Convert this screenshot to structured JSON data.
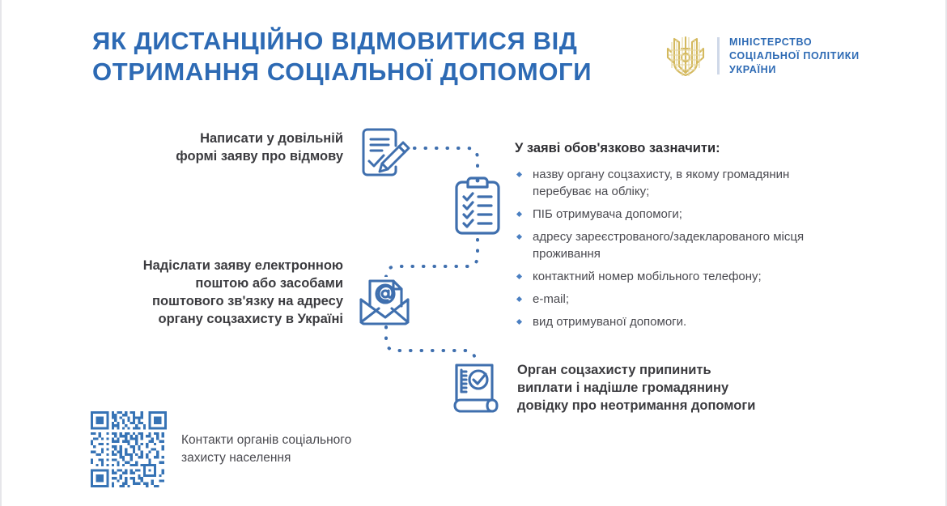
{
  "header": {
    "title": "Як дистанційно відмовитися від\nотримання соціальної допомоги",
    "title_color": "#2d6ab4",
    "logo": {
      "emblem_icon": "ukraine-trident-icon",
      "emblem_color": "#d4b95e",
      "text": "Міністерство\nсоціальної політики\nУкраїни"
    }
  },
  "steps": [
    {
      "id": "step-1",
      "text": "Написати у довільній\nформі заяву  про відмову",
      "icon": "document-pen-icon"
    },
    {
      "id": "step-2",
      "text": "Надіслати заяву електронною\nпоштою або засобами\nпоштового зв'язку на адресу\nоргану соцзахисту в Україні",
      "icon": "envelope-at-icon"
    },
    {
      "id": "step-3",
      "text": "Орган соцзахисту припинить\nвиплати і надішле громадянину\nдовідку про неотримання допомоги",
      "icon": "certificate-check-icon"
    }
  ],
  "connector_icons": {
    "clipboard": "clipboard-checklist-icon"
  },
  "requirements": {
    "heading": "У заяві обов'язково зазначити:",
    "items": [
      "назву органу соцзахисту, в якому громадянин\nперебуває на обліку;",
      "ПІБ отримувача допомоги;",
      "адресу зареєстрованого/задекларованого місця\nпроживання",
      "контактний номер мобільного телефону;",
      "e-mail;",
      "вид отримуваної допомоги."
    ]
  },
  "qr": {
    "icon": "qr-code-icon",
    "caption": "Контакти органів соціального\nзахисту населення",
    "color": "#3673b5"
  },
  "palette": {
    "accent_blue": "#2d6ab4",
    "icon_blue": "#3f6fae",
    "text_dark": "#3b3b3f",
    "text_body": "#4a4a50",
    "gold": "#d4b95e"
  }
}
